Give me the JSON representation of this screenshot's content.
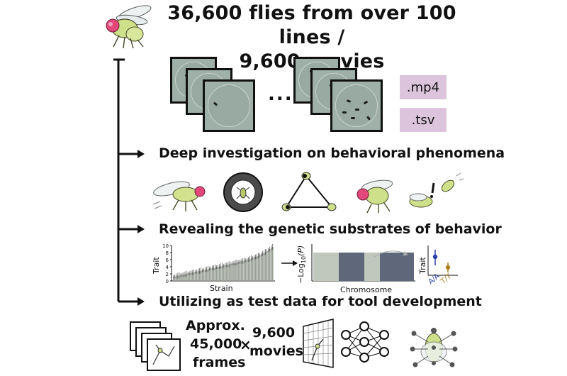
{
  "header": {
    "line1": "36,600 flies from over 100 lines /",
    "line2": "9,600 movies",
    "fly_icon": "fruit-fly-icon"
  },
  "movies": {
    "ellipsis": "...",
    "tags": [
      ".mp4",
      ".tsv"
    ]
  },
  "sections": [
    "Deep investigation on behavioral phenomena",
    "Revealing the genetic substrates of behavior",
    "Utilizing as test data for tool development"
  ],
  "charts": {
    "trait_plot": {
      "type": "bar",
      "ylabel": "Trait",
      "xlabel": "Strain",
      "yticks": [
        "0",
        "2",
        "4",
        "6",
        "8",
        "10"
      ],
      "ylim": [
        0,
        10
      ]
    },
    "manhattan": {
      "type": "scatter",
      "ylabel_prefix": "−Log",
      "ylabel_sub": "10",
      "ylabel_suffix": "(P)",
      "xlabel": "Chromosome"
    },
    "genotype": {
      "ylabel": "Trait",
      "categories": [
        "A/A",
        "T/T"
      ],
      "colors": [
        "#2b3ea8",
        "#b07f1e"
      ]
    }
  },
  "bottom": {
    "approx": "Approx.",
    "frames_count": "45,000",
    "frames_label": "frames",
    "times": "×",
    "movies_count": "9,600",
    "movies_label": "movies"
  },
  "colors": {
    "tag_bg": "#dcc4dd",
    "frame_bg": "#9fb0a8",
    "chart_bar": "#9aa196",
    "manhattan_dark": "#5f677a",
    "manhattan_light": "#c0c7bc"
  }
}
